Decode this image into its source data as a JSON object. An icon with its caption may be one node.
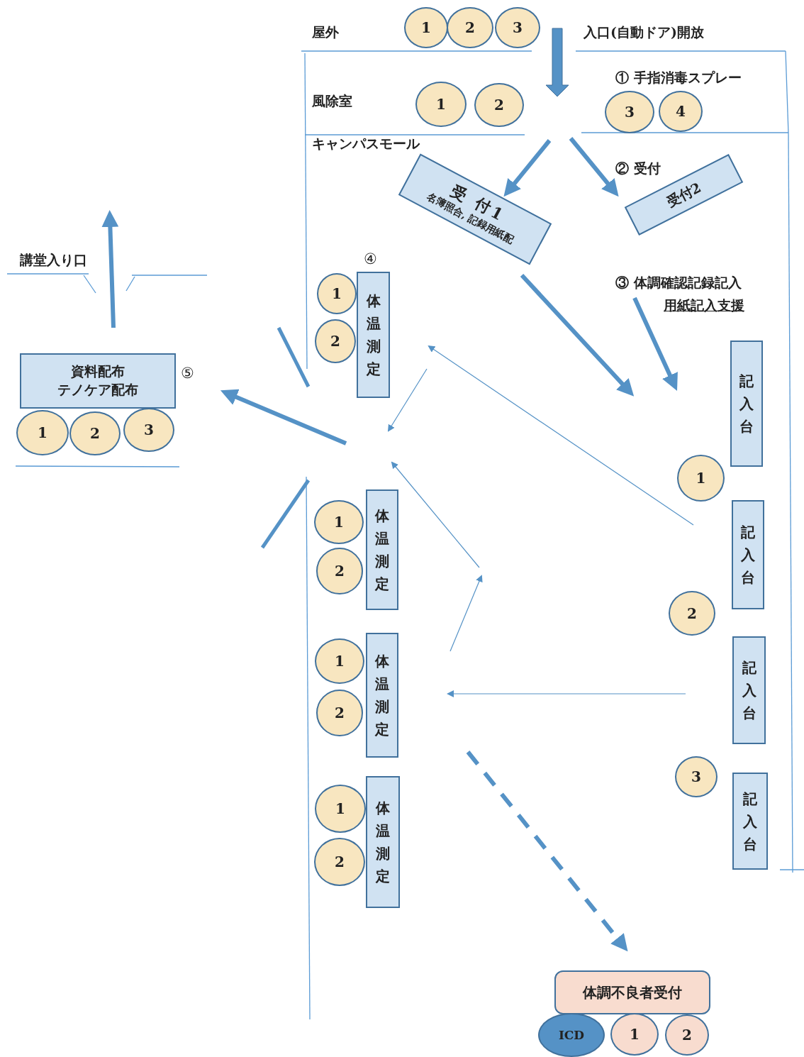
{
  "diagram": {
    "nodes": [
      {
        "text": [
          "1"
        ]
      },
      {
        "text": [
          "2"
        ]
      },
      {
        "text": [
          "3"
        ]
      },
      {
        "text": [
          "1"
        ]
      },
      {
        "text": [
          "2"
        ]
      },
      {
        "text": [
          "3"
        ]
      },
      {
        "text": [
          "4"
        ]
      },
      {
        "text": [
          "受 付1",
          "名簿照合, 記録用紙配"
        ]
      },
      {
        "text": [
          "受付2"
        ]
      },
      {
        "text": [
          "1"
        ]
      },
      {
        "text": [
          "2"
        ]
      },
      {
        "text": [
          "体温測定"
        ]
      },
      {
        "text": [
          "資料配布",
          "テノケア配布"
        ]
      },
      {
        "text": [
          "1"
        ]
      },
      {
        "text": [
          "2"
        ]
      },
      {
        "text": [
          "3"
        ]
      },
      {
        "text": [
          "記入台"
        ]
      },
      {
        "text": [
          "1"
        ]
      },
      {
        "text": [
          "1"
        ]
      },
      {
        "text": [
          "2"
        ]
      },
      {
        "text": [
          "体温測定"
        ]
      },
      {
        "text": [
          "記入台"
        ]
      },
      {
        "text": [
          "2"
        ]
      },
      {
        "text": [
          "1"
        ]
      },
      {
        "text": [
          "2"
        ]
      },
      {
        "text": [
          "体温測定"
        ]
      },
      {
        "text": [
          "記入台"
        ]
      },
      {
        "text": [
          "3"
        ]
      },
      {
        "text": [
          "記入台"
        ]
      },
      {
        "text": [
          "1"
        ]
      },
      {
        "text": [
          "2"
        ]
      },
      {
        "text": [
          "体温測定"
        ]
      },
      {
        "text": [
          "体調不良者受付"
        ]
      },
      {
        "text": [
          "ICD"
        ]
      },
      {
        "text": [
          "1"
        ]
      },
      {
        "text": [
          "2"
        ]
      }
    ],
    "labels": [
      "屋外",
      "入口(自動ドア)開放",
      "風除室",
      "① 手指消毒スプレー",
      "キャンパスモール",
      "② 受付",
      "講堂入り口",
      "④",
      "③ 体調確認記録記入",
      "用紙記入支援",
      "⑤"
    ]
  }
}
